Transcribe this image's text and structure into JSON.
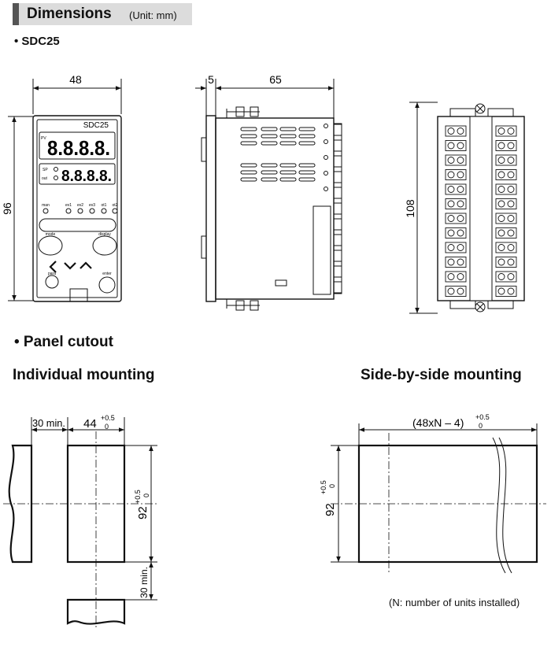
{
  "header": {
    "title": "Dimensions",
    "unit": "(Unit: mm)"
  },
  "model": "• SDC25",
  "front": {
    "width_label": "48",
    "height_label": "96",
    "brand": "SDC25",
    "pv_label": "PV",
    "digits": "8.8.8.8.",
    "sp_label": "SP",
    "out_label": "out",
    "leds": [
      "man",
      "ev1",
      "ev2",
      "ev3",
      "ot1",
      "ot2"
    ],
    "mode": "mode",
    "display": "display",
    "enter": "enter",
    "para": "para"
  },
  "side": {
    "left_label": "5",
    "depth_label": "65"
  },
  "rear": {
    "height_label": "108"
  },
  "panel_title": "• Panel cutout",
  "individual": {
    "title": "Individual  mounting",
    "spacing": "30 min.",
    "width": "44",
    "width_tol_top": "+0.5",
    "width_tol_bottom": "0",
    "height": "92",
    "height_tol_top": "+0.5",
    "height_tol_bottom": "0",
    "vspacing": "30 min."
  },
  "sidebyside": {
    "title": "Side-by-side mounting",
    "width": "(48xN – 4)",
    "width_tol_top": "+0.5",
    "width_tol_bottom": "0",
    "height": "92",
    "height_tol_top": "+0.5",
    "height_tol_bottom": "0",
    "note": "(N: number of units installed)"
  }
}
